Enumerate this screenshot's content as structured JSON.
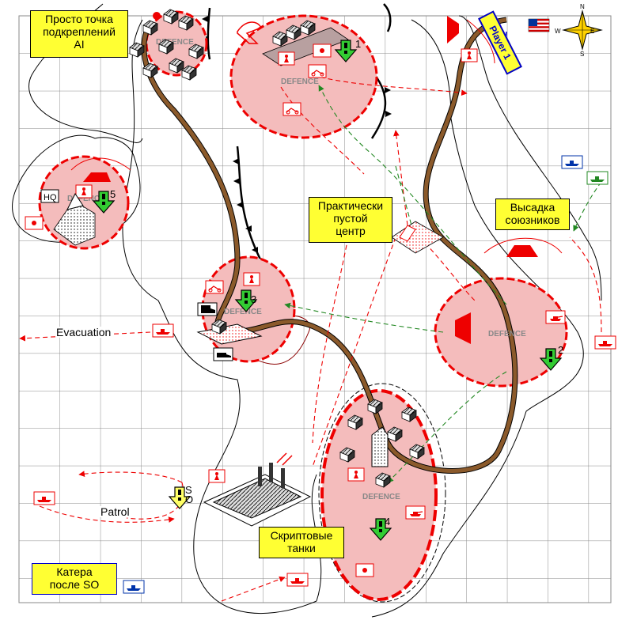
{
  "labels": {
    "reinforcement_ai": "Просто точка\nподкреплений\nAI",
    "empty_center": "Практически\nпустой\nцентр",
    "allied_landing": "Высадка\nсоюзников",
    "script_tanks": "Скриптовые\nтанки",
    "boats_after_so": "Катера\nпосле SO",
    "evacuation": "Evacuation",
    "patrol": "Patrol",
    "player": "Player 1",
    "defence": "DEFENCE",
    "hq": "HQ"
  },
  "compass": {
    "n": "N",
    "s": "S",
    "e": "E",
    "w": "W"
  },
  "markers": {
    "defence_1": "1",
    "defence_2": "2",
    "defence_3": "3",
    "defence_4": "4",
    "defence_5": "5",
    "so": "S\nO"
  },
  "colors": {
    "zone_fill": "#f4bcbc",
    "zone_border": "#ee0000",
    "road": "#8b5a2b",
    "enemy": "#ee0000",
    "friendly": "#0033aa",
    "allied_arrow": "#228822",
    "label_bg": "#ffff33"
  }
}
